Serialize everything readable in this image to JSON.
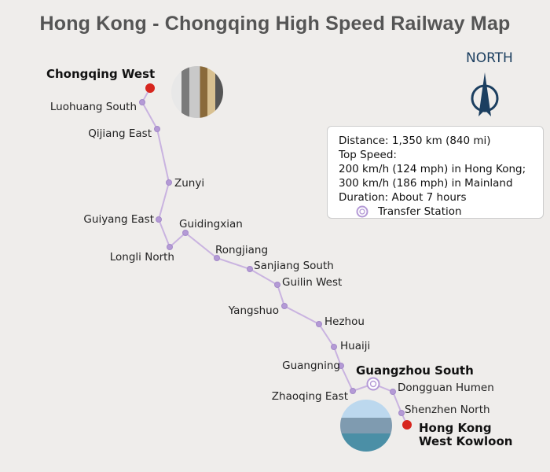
{
  "title": "Hong Kong - Chongqing High Speed Railway Map",
  "north_label": "NORTH",
  "info": {
    "distance": "Distance: 1,350 km (840 mi)",
    "top_speed": "Top Speed:",
    "speed_hk": "200 km/h (124 mph) in Hong Kong;",
    "speed_mainland": "300 km/h (186 mph) in Mainland",
    "duration": "Duration: About 7 hours",
    "legend_transfer": "Transfer Station"
  },
  "colors": {
    "line": "#c9b3e0",
    "station": "#b49ad6",
    "terminal": "#d7261e",
    "north": "#1c3f60"
  },
  "stations": [
    {
      "name": "Chongqing West",
      "type": "terminal"
    },
    {
      "name": "Luohuang South",
      "type": "station"
    },
    {
      "name": "Qijiang East",
      "type": "station"
    },
    {
      "name": "Zunyi",
      "type": "station"
    },
    {
      "name": "Guiyang East",
      "type": "station"
    },
    {
      "name": "Longli North",
      "type": "station"
    },
    {
      "name": "Guidingxian",
      "type": "station"
    },
    {
      "name": "Rongjiang",
      "type": "station"
    },
    {
      "name": "Sanjiang South",
      "type": "station"
    },
    {
      "name": "Guilin West",
      "type": "station"
    },
    {
      "name": "Yangshuo",
      "type": "station"
    },
    {
      "name": "Hezhou",
      "type": "station"
    },
    {
      "name": "Huaiji",
      "type": "station"
    },
    {
      "name": "Guangning",
      "type": "station"
    },
    {
      "name": "Zhaoqing East",
      "type": "station"
    },
    {
      "name": "Guangzhou South",
      "type": "transfer"
    },
    {
      "name": "Dongguan Humen",
      "type": "station"
    },
    {
      "name": "Shenzhen North",
      "type": "station"
    },
    {
      "name": "Hong Kong",
      "name2": "West Kowloon",
      "type": "terminal"
    }
  ]
}
